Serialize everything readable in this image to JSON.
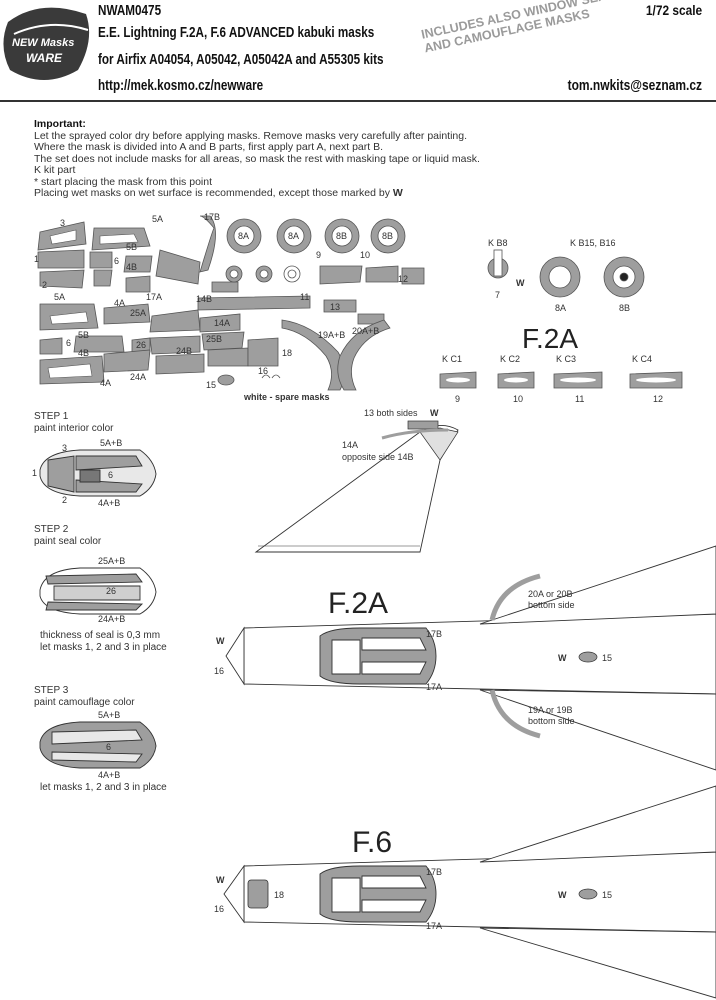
{
  "header": {
    "brand_top": "NEW Masks",
    "brand_bottom": "WARE",
    "code": "NWAM0475",
    "scale": "1/72 scale",
    "title_line1": "E.E. Lightning F.2A, F.6 ADVANCED kabuki masks",
    "title_line2": "for Airfix A04054, A05042, A05042A and A55305 kits",
    "url": "http://mek.kosmo.cz/newware",
    "email": "tom.nwkits@seznam.cz",
    "includes_line1": "INCLUDES ALSO WINDOW SEAL",
    "includes_line2": "AND CAMOUFLAGE MASKS"
  },
  "instructions": {
    "heading": "Important:",
    "line1": "Let the sprayed color dry before applying masks. Remove masks very carefully after painting.",
    "line2": "Where the mask is divided into A and B parts, first apply part A, next part B.",
    "line3": "The set does not include masks for all areas, so mask the rest with masking tape or liquid mask.",
    "line4": "K kit part",
    "line5": "*  start placing the mask from this point",
    "line6": "Placing wet masks on wet surface is recommended, except those marked by",
    "wet_mark": "W"
  },
  "sheet": {
    "labels": [
      "3",
      "5A",
      "17B",
      "1",
      "5B",
      "6",
      "4B",
      "2",
      "9",
      "10",
      "12",
      "5A",
      "4A",
      "17A",
      "14B",
      "11",
      "13",
      "25A",
      "14A",
      "19A+B",
      "20A+B",
      "5B",
      "6",
      "4B",
      "25B",
      "26",
      "24B",
      "18",
      "4A",
      "24A",
      "15",
      "16"
    ],
    "wheel_labels": [
      "8A",
      "8A",
      "8B",
      "8B"
    ],
    "spare_caption": "white - spare masks"
  },
  "wheels": {
    "nose_label": "K B8",
    "nose_num": "7",
    "main_label": "K B15, B16",
    "main_num_a": "8A",
    "main_num_b": "8B",
    "wet_mark": "W"
  },
  "windows": {
    "title": "F.2A",
    "items": [
      {
        "label": "K C1",
        "num": "9"
      },
      {
        "label": "K C2",
        "num": "10"
      },
      {
        "label": "K C3",
        "num": "11"
      },
      {
        "label": "K C4",
        "num": "12"
      }
    ]
  },
  "steps": [
    {
      "title": "STEP 1",
      "subtitle": "paint interior color",
      "labels": [
        "3",
        "5A+B",
        "1",
        "6",
        "2",
        "4A+B"
      ]
    },
    {
      "title": "STEP 2",
      "subtitle": "paint seal color",
      "labels": [
        "25A+B",
        "26",
        "24A+B"
      ],
      "note1": "thickness of seal is 0,3 mm",
      "note2": "let masks 1, 2 and 3 in place"
    },
    {
      "title": "STEP 3",
      "subtitle": "paint camouflage color",
      "labels": [
        "5A+B",
        "6",
        "4A+B"
      ],
      "note": "let masks 1, 2 and 3 in place"
    }
  ],
  "fin": {
    "label_13": "13 both sides",
    "wet_mark": "W",
    "label_14a": "14A",
    "label_14a_sub": "opposite side 14B"
  },
  "f2a": {
    "title": "F.2A",
    "label_20": "20A or 20B",
    "label_20_sub": "bottom side",
    "label_19": "19A or 19B",
    "label_19_sub": "bottom side",
    "label_17b": "17B",
    "label_17a": "17A",
    "label_15": "15",
    "label_16": "16",
    "wet_mark": "W"
  },
  "f6": {
    "title": "F.6",
    "label_17b": "17B",
    "label_17a": "17A",
    "label_18": "18",
    "label_15": "15",
    "label_16": "16",
    "wet_mark": "W"
  }
}
